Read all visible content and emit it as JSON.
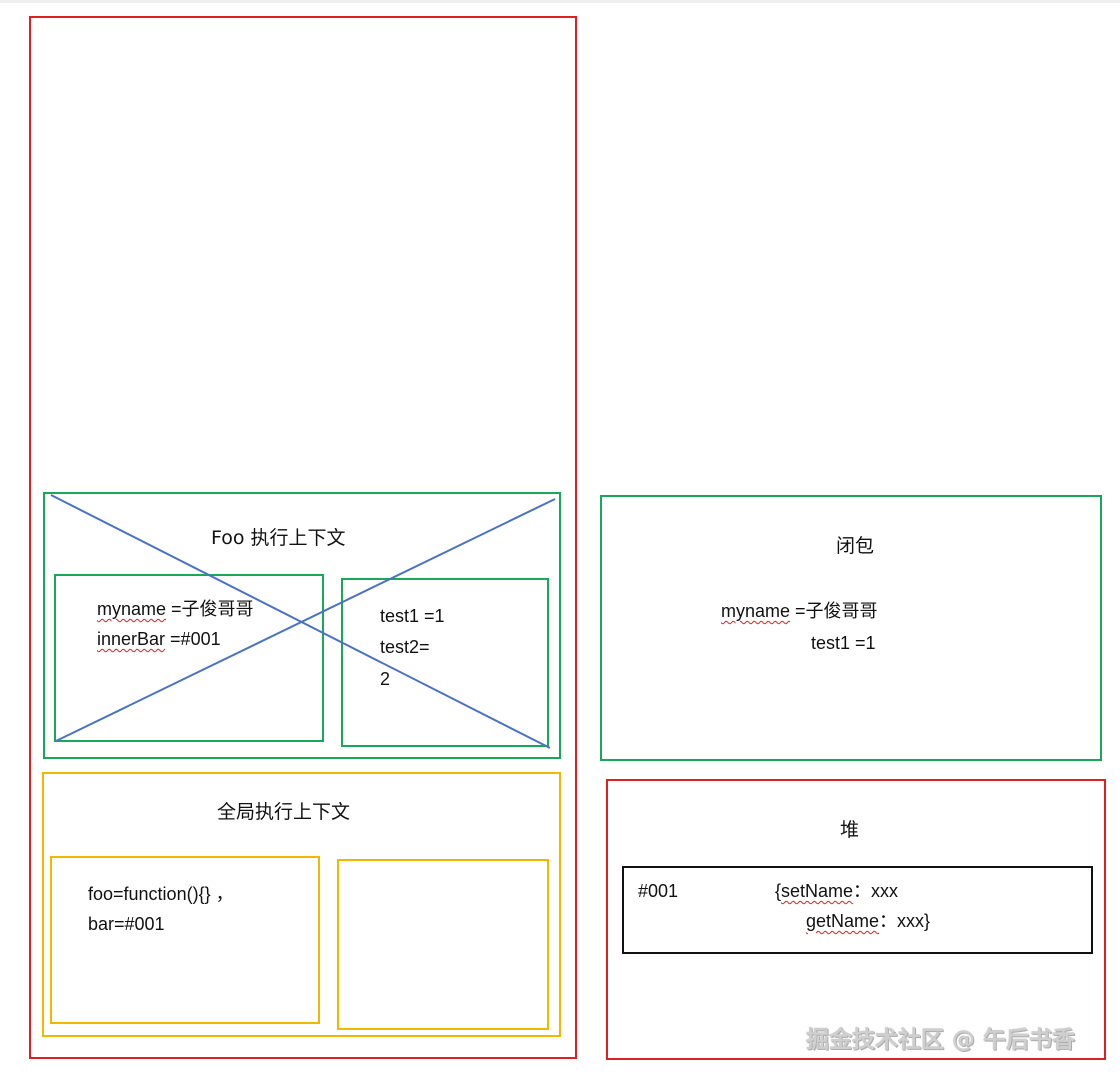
{
  "foo_context": {
    "title": "Foo 执行上下文",
    "variables": {
      "myname_key": "myname",
      "myname_value": " =子俊哥哥",
      "innerbar_key": "innerBar",
      "innerbar_value": " =#001"
    },
    "lexical": {
      "line1": "test1 =1",
      "line2": "test2=",
      "line3": "2"
    }
  },
  "global_context": {
    "title": "全局执行上下文",
    "variables": {
      "line1": "foo=function(){} ，",
      "line2": "bar=#001"
    }
  },
  "closure": {
    "title": "闭包",
    "myname_key": "myname",
    "myname_value": " =子俊哥哥",
    "test1": "test1 =1"
  },
  "heap": {
    "title": "堆",
    "address": "#001",
    "obj_open": "{",
    "setname_key": "setName",
    "setname_value": "：xxx",
    "getname_key": "getName",
    "getname_value": "：xxx}"
  },
  "watermark": "掘金技术社区 @ 午后书香",
  "colors": {
    "stack_border": "#e02020",
    "foo_border": "#18a85a",
    "global_border": "#f2b800",
    "cross_lines": "#4a72c4",
    "heap_item_border": "#111111"
  }
}
